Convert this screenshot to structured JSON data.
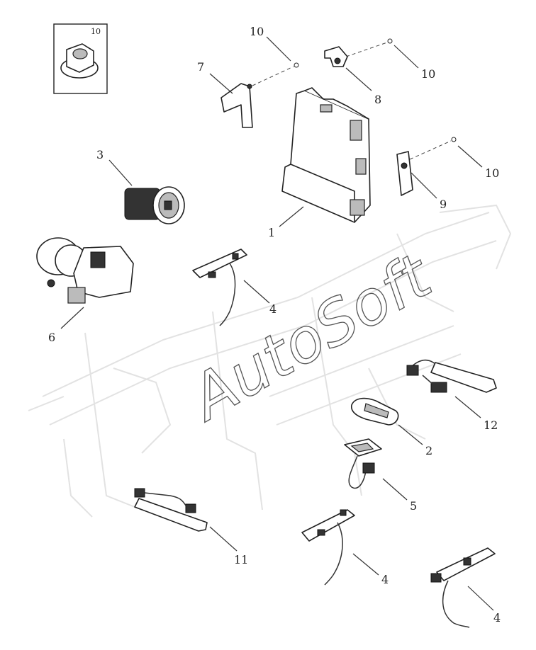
{
  "diagram": {
    "watermark": "AutoSoft",
    "inset_label": "10",
    "callouts": [
      {
        "id": "c10a",
        "text": "10"
      },
      {
        "id": "c10b",
        "text": "10"
      },
      {
        "id": "c10c",
        "text": "10"
      },
      {
        "id": "c7",
        "text": "7"
      },
      {
        "id": "c8",
        "text": "8"
      },
      {
        "id": "c3",
        "text": "3"
      },
      {
        "id": "c9",
        "text": "9"
      },
      {
        "id": "c1",
        "text": "1"
      },
      {
        "id": "c6",
        "text": "6"
      },
      {
        "id": "c4a",
        "text": "4"
      },
      {
        "id": "c12",
        "text": "12"
      },
      {
        "id": "c2",
        "text": "2"
      },
      {
        "id": "c5",
        "text": "5"
      },
      {
        "id": "c11",
        "text": "11"
      },
      {
        "id": "c4b",
        "text": "4"
      },
      {
        "id": "c4c",
        "text": "4"
      }
    ]
  }
}
